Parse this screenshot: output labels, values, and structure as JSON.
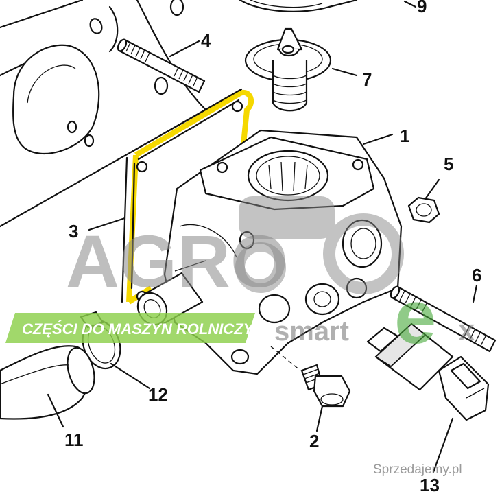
{
  "callouts": {
    "c1": "1",
    "c2": "2",
    "c3": "3",
    "c4": "4",
    "c5": "5",
    "c6": "6",
    "c7": "7",
    "c9": "9",
    "c11": "11",
    "c12": "12",
    "c13": "13"
  },
  "watermark": {
    "logo_left": "AGRO",
    "logo_right": "smart",
    "logo_e": "e",
    "logo_x": "x",
    "banner": "CZĘŚCI DO MASZYN ROLNICZYCH",
    "site": "Sprzedajemy.pl"
  },
  "colors": {
    "gasket_highlight": "#f5d800",
    "banner_green": "#8ccf4a",
    "logo_green": "#47a93a",
    "line": "#111111"
  }
}
